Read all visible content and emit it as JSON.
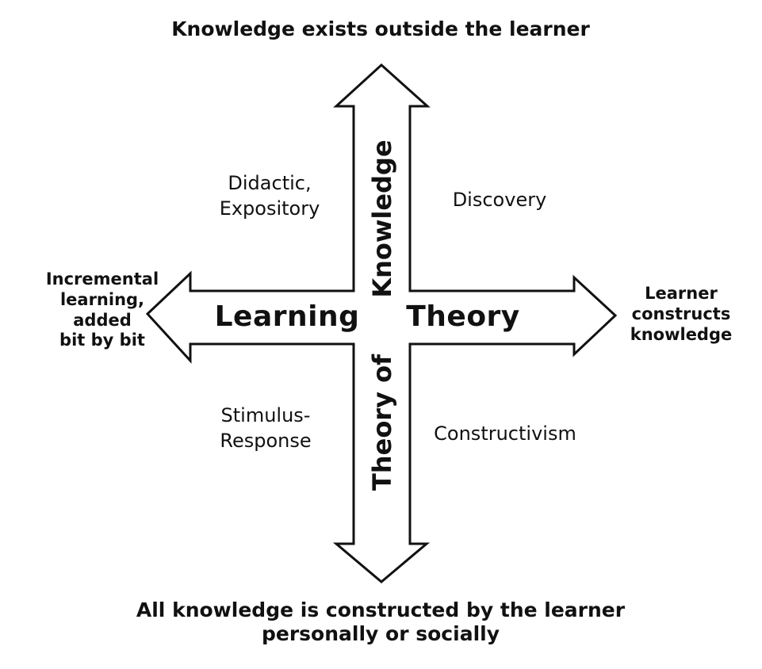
{
  "poles": {
    "top": "Knowledge exists outside the learner",
    "bottom_line1": "All knowledge is constructed by the learner",
    "bottom_line2": "personally or socially",
    "left_line1": "Incremental",
    "left_line2": "learning,",
    "left_line3": "added",
    "left_line4": "bit by bit",
    "right_line1": "Learner",
    "right_line2": "constructs",
    "right_line3": "knowledge"
  },
  "axes": {
    "horizontal_left": "Learning",
    "horizontal_right": "Theory",
    "vertical_upper": "Knowledge",
    "vertical_lower": "Theory of"
  },
  "quadrants": {
    "top_left_line1": "Didactic,",
    "top_left_line2": "Expository",
    "top_right": "Discovery",
    "bottom_left_line1": "Stimulus-",
    "bottom_left_line2": "Response",
    "bottom_right": "Constructivism"
  },
  "colors": {
    "stroke": "#111111",
    "fill": "#ffffff",
    "text": "#111111"
  }
}
